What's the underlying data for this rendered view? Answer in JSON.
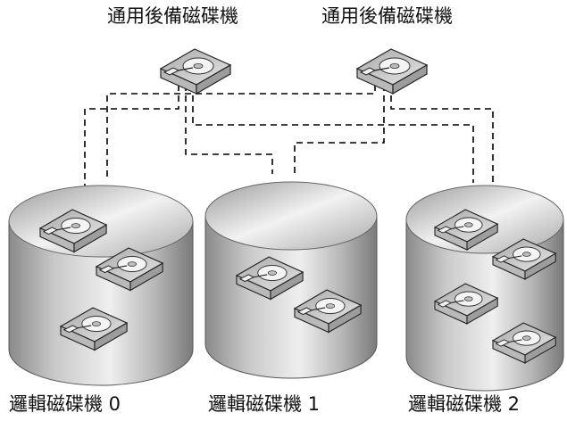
{
  "spare_drives": [
    {
      "label": "通用後備磁碟機"
    },
    {
      "label": "通用後備磁碟機"
    }
  ],
  "logical_drives": [
    {
      "label": "邏輯磁碟機 0",
      "disk_count": 3
    },
    {
      "label": "邏輯磁碟機 1",
      "disk_count": 2
    },
    {
      "label": "邏輯磁碟機 2",
      "disk_count": 4
    }
  ],
  "icons": {
    "hard_drive": "hard-drive-icon",
    "logical_drive": "cylinder-icon"
  },
  "colors": {
    "connector_line": "#000000",
    "cylinder_dark": "#777777",
    "cylinder_light": "#e8e8e8",
    "drive_body": "#c8c8c8"
  }
}
